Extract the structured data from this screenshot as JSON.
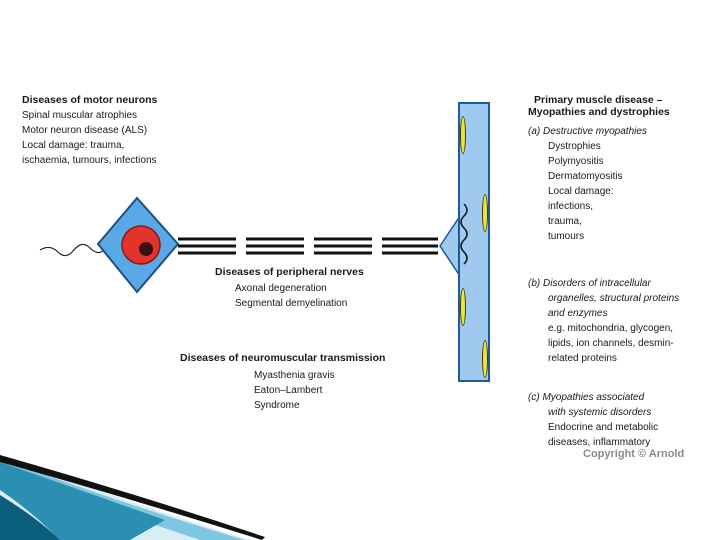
{
  "motor_neurons": {
    "heading": "Diseases of motor neurons",
    "items": [
      "Spinal muscular atrophies",
      "Motor neuron disease (ALS)",
      "Local damage: trauma,",
      "ischaemia, tumours, infections"
    ]
  },
  "peripheral_nerves": {
    "heading": "Diseases of peripheral nerves",
    "items": [
      "Axonal degeneration",
      "Segmental demyelination"
    ]
  },
  "neuromuscular": {
    "heading": "Diseases of neuromuscular transmission",
    "items": [
      "Myasthenia gravis",
      "Eaton–Lambert",
      "Syndrome"
    ]
  },
  "primary_muscle": {
    "heading_line1": "Primary muscle disease –",
    "heading_line2": "Myopathies and dystrophies",
    "a_title": "(a) Destructive myopathies",
    "a_items": [
      "Dystrophies",
      "Polymyositis",
      "Dermatomyositis",
      "Local damage:",
      "infections,",
      "trauma,",
      "tumours"
    ],
    "b_title_lines": [
      "(b) Disorders of intracellular",
      "organelles, structural proteins",
      "and enzymes"
    ],
    "b_items": [
      "e.g. mitochondria, glycogen,",
      "lipids, ion channels, desmin-",
      "related proteins"
    ],
    "c_title_lines": [
      "(c) Myopathies associated",
      "with systemic disorders"
    ],
    "c_items": [
      "Endocrine and metabolic",
      "diseases, inflammatory"
    ]
  },
  "copyright": "Copyright © Arnold",
  "colors": {
    "muscle_fill": "#9fc9ee",
    "neuron_fill": "#5aa9e6",
    "nucleus": "#e0342c",
    "accent": "#0f6f8f"
  }
}
